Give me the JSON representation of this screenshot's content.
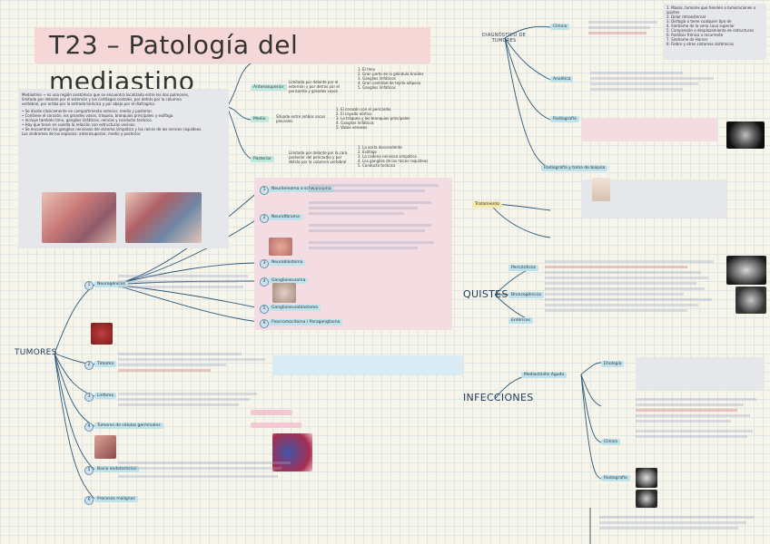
{
  "title": "T23 – Patología del mediastino",
  "intro": {
    "lines": [
      "Mediastino → es una región anatómica que se encuentra localizada entre los dos pulmones,",
      "limitado por delante por el esternón y los cartílagos costales, por detrás por la columna",
      "vertebral, por arriba por la entrada torácica y por abajo por el diafragma.",
      "• Se divide clásicamente en compartimento anterior, medio y posterior.",
      "• Contiene el corazón, los grandes vasos, tráquea, bronquios principales y esófago.",
      "• Incluye también timo, ganglios linfáticos, nervios y conducto torácico.",
      "• Hay que tener en cuenta la relación con estructuras vecinas.",
      "• Se encuentran los ganglios nerviosos del sistema simpático y las raíces de los nervios raquídeos.",
      "Los síndromes de los espacios: anterosuperior, medio y posterior."
    ]
  },
  "compartments": [
    {
      "label": "Anterosuperior",
      "desc": "Limitado por delante por el esternón y por detrás por el pericardio y grandes vasos",
      "items": [
        "1. El timo",
        "2. Gran parte de la glándula tiroides",
        "3. Ganglios linfáticos",
        "4. Gran cantidad de tejido adiposo",
        "5. Ganglios linfáticos"
      ]
    },
    {
      "label": "Medio",
      "desc": "Situado entre ambos sacos pleurales",
      "items": [
        "1. El corazón con el pericardio",
        "2. El cayado aórtico",
        "3. La tráquea y los bronquios principales",
        "4. Ganglios linfáticos",
        "5. Vasos venosos"
      ]
    },
    {
      "label": "Posterior",
      "desc": "Limitado por delante por la cara posterior del pericardio y por detrás por la columna vertebral",
      "items": [
        "1. La aorta descendente",
        "2. Esófago",
        "3. La cadena nerviosa simpática",
        "4. Los ganglios de las raíces raquídeas",
        "5. Conducto torácico"
      ]
    }
  ],
  "tumor_types": [
    {
      "num": "1",
      "label": "Neurogénicos"
    },
    {
      "num": "2",
      "label": "Timoma"
    },
    {
      "num": "3",
      "label": "Linfoma"
    },
    {
      "num": "4",
      "label": "Tumores de células germinales"
    },
    {
      "num": "5",
      "label": "Bocio endotorácico"
    },
    {
      "num": "6",
      "label": "Procesos malignos"
    }
  ],
  "neuro_subtypes": [
    {
      "num": "1",
      "label": "Neurilemoma o schwannoma"
    },
    {
      "num": "2",
      "label": "Neurofibroma"
    },
    {
      "num": "3",
      "label": "Neuroblastoma"
    },
    {
      "num": "4",
      "label": "Ganglioneuroma"
    },
    {
      "num": "5",
      "label": "Ganglioneuroblastoma"
    },
    {
      "num": "6",
      "label": "Feocromocitoma / Paraganglioma"
    }
  ],
  "left_labels": {
    "tumores": "TUMORES"
  },
  "right_top": {
    "header": "DIAGNÓSTICO DE TUMORES",
    "branches": [
      "Clínica",
      "Analítica",
      "Radiografía",
      "Tratamiento"
    ],
    "small_pill": "Analítica",
    "image_pill": "Radiografía y toma de biopsia"
  },
  "quistes": {
    "label": "QUISTES",
    "branches": [
      "Pericárdicos",
      "Broncogénicos",
      "Entéricos"
    ]
  },
  "infecciones": {
    "label": "INFECCIONES",
    "branches": [
      "Mediastinitis Aguda",
      "Etiología",
      "Clínica",
      "Radiografía"
    ]
  },
  "notes": {
    "top_right_list": [
      "1. Masas, tumores que tienden a tumoraciones o quistes",
      "2. Dolor retroesternal",
      "3. Disfagia o tiene cualquier tipo de",
      "4. Síndrome de la vena cava superior",
      "5. Compresión o desplazamiento de estructuras",
      "6. Parálisis frénica o recurrente",
      "7. Síndrome de Horner",
      "8. Fiebre y otros síntomas sistémicos"
    ]
  },
  "colors": {
    "title_bg": "#f6d7d7",
    "line": "#2d5a78",
    "accent_pink": "#f3c8d3",
    "accent_blue": "#bfe3ec"
  }
}
